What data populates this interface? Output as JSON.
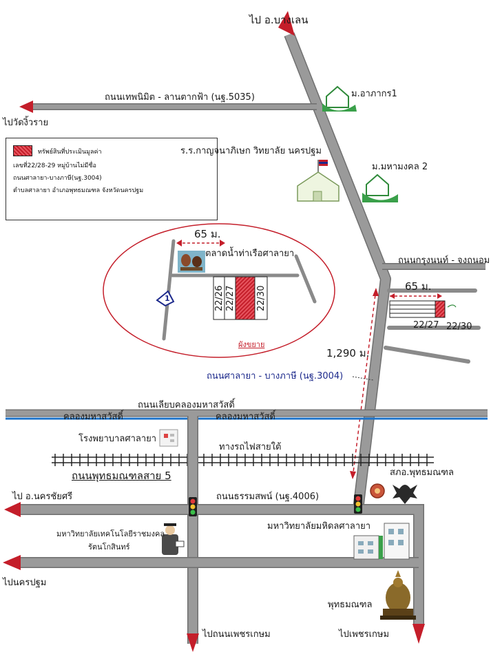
{
  "directions": {
    "to_bang_len": "ไป อ.บางเลน",
    "to_wat_ngio_rai": "ไปวัดงิ้วราย",
    "to_nakhon_chai_si": "ไป อ.นครชัยศรี",
    "to_nakhon_pathom": "ไปนครปฐม",
    "to_phetkasem_road": "ไปถนนเพชรเกษม",
    "to_phetkasem": "ไปเพชรเกษม"
  },
  "roads": {
    "thepnimit": "ถนนเทพนิมิต - ลานตากฟ้า (นฐ.5035)",
    "krungnon": "ถนนกรุงนนท์ - จงถนอม",
    "salaya_bangphasi": "ถนนศาลายา - บางภาษี (นฐ.3004)",
    "liap_khlong": "ถนนเลียบคลองมหาสวัสดิ์",
    "phutthamonthon_5": "ถนนพุทธมณฑลสาย 5",
    "thammasop": "ถนนธรรมสพน์ (นฐ.4006)",
    "railway": "ทางรถไฟสายใต้",
    "canal_left": "คลองมหาสวัสดิ์",
    "canal_right": "คลองมหาสวัสดิ์"
  },
  "places": {
    "m_arpakorn": "ม.อาภากร1",
    "school": "ร.ร.กาญจนาภิเษก วิทยาลัย นครปฐม",
    "m_mahamongkol": "ม.มหามงคล 2",
    "floating_market": "ตลาดน้ำท่าเรือศาลายา",
    "salaya_hospital": "โรงพยาบาลศาลายา",
    "police": "สภอ.พุทธมณฑล",
    "mahidol": "มหาวิทยาลัยมหิดลศาลายา",
    "rmutr": [
      "มหาวิทยาลัยเทคโนโลยีราชมงคล",
      "รัตนโกสินทร์"
    ],
    "phutthamonthon": "พุทธมณฑล"
  },
  "plot": {
    "distance_inset": "65 ม.",
    "distance_main": "65 ม.",
    "distance_long": "1,290 ม.",
    "lots": [
      "22/26",
      "22/27",
      "22/30"
    ],
    "main_lots": [
      "22/27",
      "22/30"
    ],
    "road_marker": "1",
    "enlarge_caption": "ผังขยาย"
  },
  "legend": {
    "lines": [
      "ทรัพย์สินที่ประเมินมูลค่า",
      "เลขที่22/28-29 หมู่บ้านไม่มีชื่อ",
      "ถนนศาลายา-บางภาษี(นฐ.3004)",
      "ตำบลศาลายา อำเภอพุทธมณฑล จังหวัดนครปฐม"
    ]
  },
  "colors": {
    "road": "#9a9a9a",
    "road_edge": "#6f6f6f",
    "arrow": "#c41e2a",
    "canal": "#1d73c9",
    "ellipse": "#c41e2a"
  }
}
